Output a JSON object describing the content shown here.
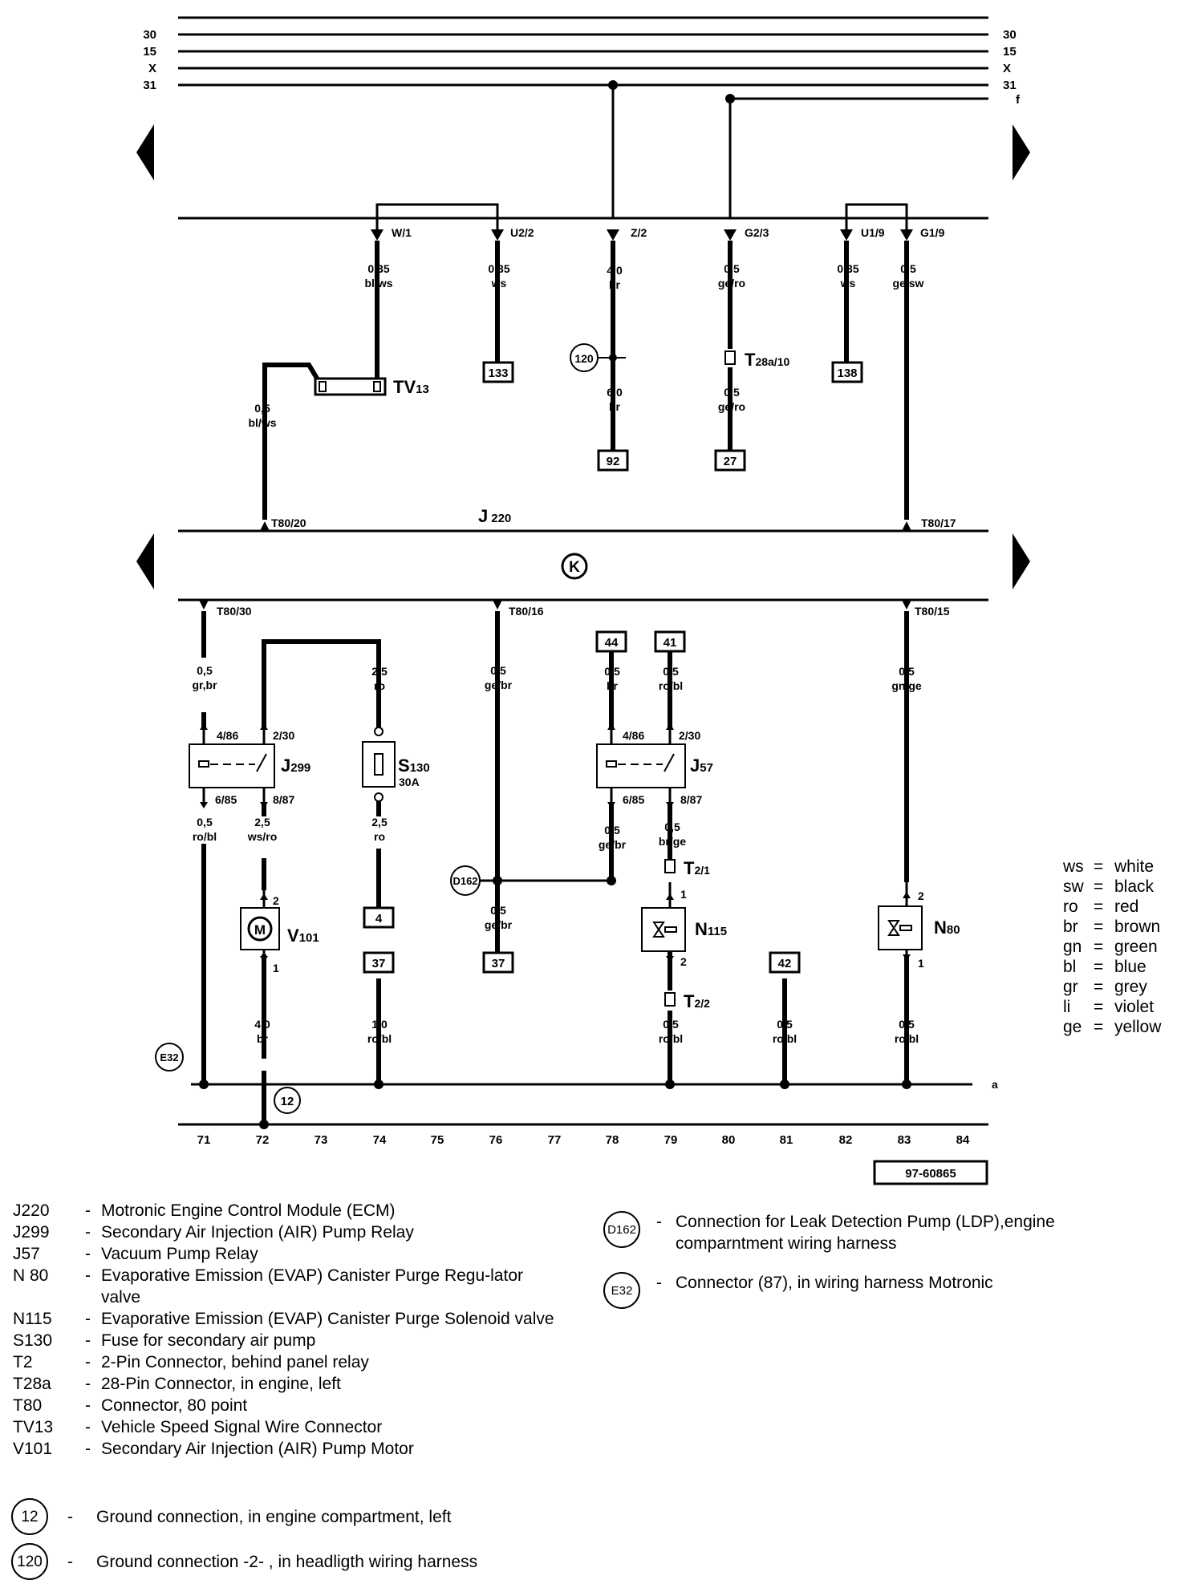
{
  "bus": {
    "left": [
      "30",
      "15",
      "X",
      "31"
    ],
    "right": [
      "30",
      "15",
      "X",
      "31",
      "f"
    ]
  },
  "connectors": {
    "w1": "W/1",
    "u22": "U2/2",
    "z2": "Z/2",
    "g23": "G2/3",
    "u19": "U1/9",
    "g19": "G1/9",
    "t8020": "T80/20",
    "t8017": "T80/17",
    "t8030": "T80/30",
    "t8016": "T80/16",
    "t8015": "T80/15"
  },
  "wires": {
    "w1_size": "0,35",
    "w1_color": "bl/ws",
    "u22_size": "0,35",
    "u22_color": "ws",
    "z2_size": "4,0",
    "z2_color": "br",
    "z2b_size": "6,0",
    "z2b_color": "br",
    "g23_size": "0,5",
    "g23_color": "ge/ro",
    "g23b_size": "0,5",
    "g23b_color": "ge/ro",
    "u19_size": "0,35",
    "u19_color": "ws",
    "g19_size": "0,5",
    "g19_color": "ge/sw",
    "tv_size": "0,5",
    "tv_color": "bl/ws",
    "c71a_size": "0,5",
    "c71a_color": "gr,br",
    "c71b_size": "0,5",
    "c71b_color": "ro/bl",
    "c72_size": "2,5",
    "c72_color": "ws/ro",
    "c72b_size": "4,0",
    "c72b_color": "br",
    "c74a_size": "2,5",
    "c74a_color": "ro",
    "c74b_size": "2,5",
    "c74b_color": "ro",
    "c74c_size": "1,0",
    "c74c_color": "ro/bl",
    "c76a_size": "0,5",
    "c76a_color": "ge/br",
    "c76b_size": "0,5",
    "c76b_color": "ge/br",
    "c78a_size": "0,5",
    "c78a_color": "br",
    "c78b_size": "0,5",
    "c78b_color": "ge/br",
    "c79a_size": "0,5",
    "c79a_color": "ro/bl",
    "c79b_size": "0,5",
    "c79b_color": "br/ge",
    "c79c_size": "0,5",
    "c79c_color": "ro/bl",
    "c81_size": "0,5",
    "c81_color": "ro/bl",
    "c83a_size": "0,5",
    "c83a_color": "gn/ge",
    "c83b_size": "0,5",
    "c83b_color": "ro/bl"
  },
  "refs": [
    "133",
    "92",
    "27",
    "138",
    "44",
    "41",
    "4",
    "37",
    "37",
    "42"
  ],
  "components": {
    "tv13_main": "TV",
    "tv13_sub": "13",
    "t28_main": "T",
    "t28_sub": "28a/10",
    "j220_main": "J",
    "j220_sub": "220",
    "j299_main": "J",
    "j299_sub": "299",
    "j57_main": "J",
    "j57_sub": "57",
    "s130_main": "S",
    "s130_sub": "130",
    "s130_rating": "30A",
    "v101_main": "V",
    "v101_sub": "101",
    "n115_main": "N",
    "n115_sub": "115",
    "n80_main": "N",
    "n80_sub": "80",
    "t21_main": "T",
    "t21_sub": "2/1",
    "t22_main": "T",
    "t22_sub": "2/2",
    "k_symbol": "K",
    "motor_symbol": "M",
    "ground_120": "120",
    "ground_12": "12",
    "d162": "D162",
    "e32": "E32",
    "bus_a": "a"
  },
  "pins": {
    "j299_486": "4/86",
    "j299_230": "2/30",
    "j299_685": "6/85",
    "j299_887": "8/87",
    "j57_486": "4/86",
    "j57_230": "2/30",
    "j57_685": "6/85",
    "j57_887": "8/87",
    "v101_2": "2",
    "v101_1": "1",
    "n115_1": "1",
    "n115_2": "2",
    "n80_2": "2",
    "n80_1": "1"
  },
  "columns": [
    "71",
    "72",
    "73",
    "74",
    "75",
    "76",
    "77",
    "78",
    "79",
    "80",
    "81",
    "82",
    "83",
    "84"
  ],
  "diagram_number": "97-60865",
  "color_codes": [
    {
      "k": "ws",
      "v": "white"
    },
    {
      "k": "sw",
      "v": "black"
    },
    {
      "k": "ro",
      "v": "red"
    },
    {
      "k": "br",
      "v": "brown"
    },
    {
      "k": "gn",
      "v": "green"
    },
    {
      "k": "bl",
      "v": "blue"
    },
    {
      "k": "gr",
      "v": "grey"
    },
    {
      "k": "li",
      "v": "violet"
    },
    {
      "k": "ge",
      "v": "yellow"
    }
  ],
  "legend": [
    {
      "code": "J220",
      "desc": "Motronic Engine Control Module (ECM)"
    },
    {
      "code": "J299",
      "desc": "Secondary Air Injection (AIR) Pump Relay"
    },
    {
      "code": "J57",
      "desc": "Vacuum Pump Relay"
    },
    {
      "code": "N 80",
      "desc": "Evaporative Emission (EVAP) Canister Purge Regu-lator valve"
    },
    {
      "code": "N115",
      "desc": "Evaporative Emission (EVAP) Canister Purge Solenoid valve"
    },
    {
      "code": "S130",
      "desc": "Fuse for secondary air pump"
    },
    {
      "code": "T2",
      "desc": "2-Pin Connector, behind panel relay"
    },
    {
      "code": "T28a",
      "desc": "28-Pin Connector, in engine, left"
    },
    {
      "code": "T80",
      "desc": "Connector, 80 point"
    },
    {
      "code": "TV13",
      "desc": "Vehicle Speed Signal Wire Connector"
    },
    {
      "code": "V101",
      "desc": "Secondary Air Injection (AIR) Pump Motor"
    }
  ],
  "legend_grounds": [
    {
      "code": "12",
      "desc": "Ground  connection, in engine compartment, left"
    },
    {
      "code": "120",
      "desc": "Ground  connection -2- , in headligth  wiring harness"
    }
  ],
  "legend_right": [
    {
      "code": "D162",
      "desc": "Connection  for  Leak  Detection  Pump  (LDP),engine  comparntment wiring harness"
    },
    {
      "code": "E32",
      "desc": "Connector (87), in wiring harness Motronic"
    }
  ]
}
